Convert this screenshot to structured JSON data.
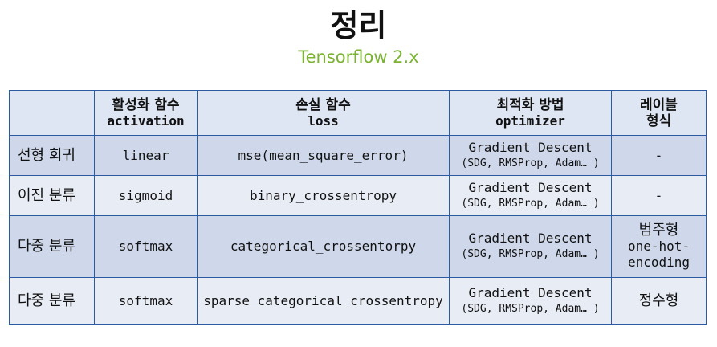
{
  "title": "정리",
  "subtitle": "Tensorflow 2.x",
  "table": {
    "headers": {
      "corner": "",
      "activation": {
        "ko": "활성화 함수",
        "en": "activation"
      },
      "loss": {
        "ko": "손실 함수",
        "en": "loss"
      },
      "optimizer": {
        "ko": "최적화 방법",
        "en": "optimizer"
      },
      "label": {
        "ko": "레이블",
        "ko2": "형식"
      }
    },
    "rows": [
      {
        "task": "선형 회귀",
        "activation": "linear",
        "loss": "mse(mean_square_error)",
        "optimizer": "Gradient Descent",
        "optimizer_detail": "(SDG, RMSProp, Adam… )",
        "label": "-"
      },
      {
        "task": "이진 분류",
        "activation": "sigmoid",
        "loss": "binary_crossentropy",
        "optimizer": "Gradient Descent",
        "optimizer_detail": "(SDG, RMSProp, Adam… )",
        "label": "-"
      },
      {
        "task": "다중 분류",
        "activation": "softmax",
        "loss": "categorical_crossentorpy",
        "optimizer": "Gradient Descent",
        "optimizer_detail": "(SDG, RMSProp, Adam… )",
        "label": "범주형",
        "label_line2": "one-hot-",
        "label_line3": "encoding"
      },
      {
        "task": "다중 분류",
        "activation": "softmax",
        "loss": "sparse_categorical_crossentropy",
        "optimizer": "Gradient Descent",
        "optimizer_detail": "(SDG, RMSProp, Adam… )",
        "label": "정수형"
      }
    ]
  },
  "colors": {
    "title": "#111111",
    "subtitle": "#7ab332",
    "border": "#2c5aa0",
    "header_bg": "#dfe6f3",
    "row_dark": "#cfd8ea",
    "row_light": "#e8ecf5"
  }
}
